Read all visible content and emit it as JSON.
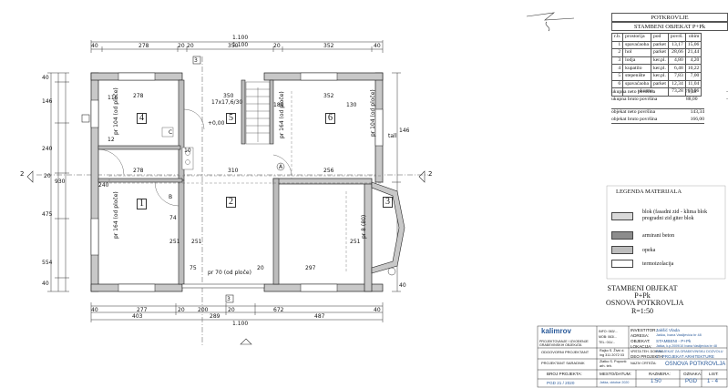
{
  "plan": {
    "dims_top": {
      "overall": "1.100",
      "overall2": "1.100",
      "segments": [
        "40",
        "278",
        "20",
        "20",
        "350",
        "20",
        "352",
        "40"
      ]
    },
    "dims_bottom": {
      "row1": [
        "40",
        "277",
        "20",
        "200",
        "20",
        "672",
        "40"
      ],
      "row2": [
        "403",
        "289",
        "487"
      ],
      "overall": "1.100"
    },
    "dims_left": [
      "40",
      "146",
      "240",
      "20",
      "475",
      "554",
      "40",
      "930"
    ],
    "dims_right": [
      "146",
      "40"
    ],
    "rooms": [
      "1",
      "2",
      "3",
      "4",
      "5",
      "6"
    ],
    "interior_dims": [
      "278",
      "350",
      "352",
      "278",
      "310",
      "297",
      "256",
      "10",
      "180",
      "130",
      "116",
      "12",
      "74",
      "251",
      "251",
      "251",
      "75",
      "20"
    ],
    "stair_label": "17x17,6/30",
    "level_mark": "+0,00",
    "door_labels": [
      "A",
      "B",
      "C"
    ],
    "openings": [
      "pr 164 (od ploče)",
      "pr 104 (od ploče)",
      "pr 104 (od ploče)",
      "pr 70 (od ploče)",
      "pr 164 (od ploče)",
      "pr 8 (80)"
    ],
    "section_marks": [
      "2",
      "2",
      "3",
      "3"
    ],
    "dims_misc": [
      "240",
      "tall"
    ]
  },
  "area_table": {
    "title": "POTKROVLJE",
    "subtitle": "STAMBENI OBJEKAT P+Pk",
    "columns": [
      "r.b.",
      "prostorija",
      "pod",
      "površ.",
      "obim"
    ],
    "rows": [
      [
        "1",
        "spavaćaoba",
        "parket",
        "13,17",
        "15,06"
      ],
      [
        "2",
        "hol",
        "parket",
        "28,66",
        "21,44"
      ],
      [
        "3",
        "lodja",
        "ker.pl.",
        "4,80",
        "4,20"
      ],
      [
        "4",
        "kupatilo",
        "ker.pl.",
        "6,48",
        "10,22"
      ],
      [
        "5",
        "stepenište",
        "ker.pl.",
        "7,83",
        "7,00"
      ],
      [
        "6",
        "spavaćaoba",
        "parket",
        "12,34",
        "11,04"
      ]
    ],
    "ukupno_label": "ukupno",
    "ukupno_area": "73,28",
    "ukupno_obim": "69,96",
    "neto": [
      "ukupna neto površina",
      "73,28",
      "-"
    ],
    "bruto": [
      "ukupna bruto površina",
      "88,00",
      "-"
    ],
    "obj_neto": [
      "objekat neto površina",
      "143,34"
    ],
    "obj_bruto": [
      "objekat bruto površina",
      "166,00"
    ]
  },
  "legend": {
    "title": "LEGENDA MATERIJALA",
    "items": [
      {
        "label": "blok (fasadni zid - klima blok pregradni zid giter blok",
        "color": "#d9d9d9"
      },
      {
        "label": "armirani beton",
        "color": "#8c8c8c"
      },
      {
        "label": "opeka",
        "color": "#bcbcbc"
      },
      {
        "label": "termoizolacija",
        "color": "#ffffff"
      }
    ]
  },
  "sheet_title": {
    "line1": "STAMBENI OBJEKAT",
    "line2": "P+Pk",
    "line3": "OSNOVA POTKROVLJA",
    "line4": "R=1:50"
  },
  "title_block": {
    "logo": "kalimrov",
    "company": "PROJEKTOVANJE I IZVOĐENJE GRAĐEVINSKIH OBJEKATA",
    "contact": [
      "INFO: 063/...",
      "MOB: 063/...",
      "TEL: 011/..."
    ],
    "investitor_label": "INVESTITOR:",
    "investitor": "Jakšić Vlada",
    "adresa_label": "ADRESA:",
    "adresa": "Jaška, Ivana Vasiljevića br 48",
    "objekat_label": "OBJEKAT:",
    "objekat": "STAMBENI - P+Pk",
    "lokacija_label": "LOKACIJA:",
    "lokacija": "Jaška, k.p.2009/10 Ivana Vasiljevića br 48",
    "vrsta_label": "VRSTA TEH. DOKUM.:",
    "vrsta": "PROJEKAT ZA GRAĐEVINSKU DOZVOLU",
    "deo_label": "DEO PROJEKTA:",
    "deo": "1 - PROJEKAT ARHITEKTURE",
    "naziv_label": "NAZIV CRTEŽA:",
    "naziv": "OSNOVA POTKROVLJA",
    "odgovorni_label": "ODGOVORNI PROJEKTANT",
    "odgovorni": "Rajko S. Živić d. ing 311 2072 03",
    "saradnik_label": "PROJEKTANT SARADNIK",
    "saradnik": "Zlatko S. Popović arh. teh.",
    "broj_label": "BROJ PROJEKTA:",
    "broj": "PGD 21 / 2020",
    "mesto_label": "MESTO/DATUM:",
    "mesto": "Jaška, oktobar 2020",
    "razmera_label": "RAZMERA:",
    "razmera": "1:50",
    "oznaka_label": "OZNAKA:",
    "oznaka": "PGD",
    "list_label": "LIST:",
    "list": "1 - 4"
  }
}
